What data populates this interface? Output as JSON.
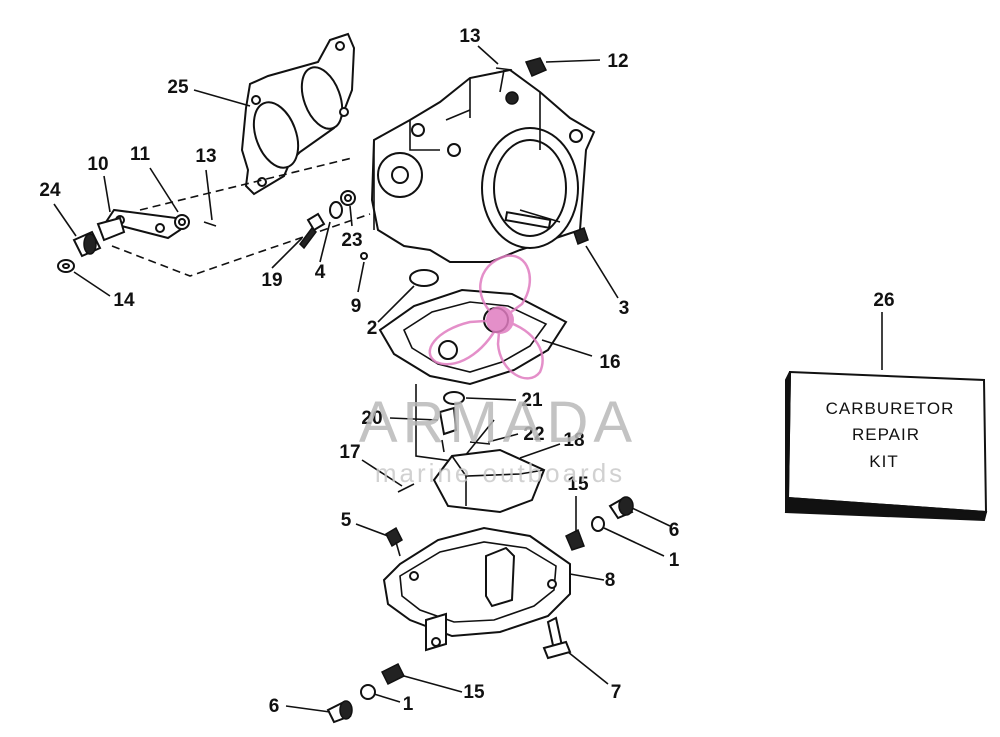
{
  "callouts": {
    "c1": "1",
    "c1b": "1",
    "c2": "2",
    "c3": "3",
    "c4": "4",
    "c5": "5",
    "c6": "6",
    "c6b": "6",
    "c7": "7",
    "c8": "8",
    "c9": "9",
    "c10": "10",
    "c11": "11",
    "c12": "12",
    "c13": "13",
    "c13b": "13",
    "c14": "14",
    "c15": "15",
    "c15b": "15",
    "c16": "16",
    "c17": "17",
    "c18": "18",
    "c19": "19",
    "c20": "20",
    "c21": "21",
    "c22": "22",
    "c23": "23",
    "c24": "24",
    "c25": "25",
    "c26": "26"
  },
  "kit": {
    "line1": "CARBURETOR",
    "line2": "REPAIR",
    "line3": "KIT"
  },
  "watermark": {
    "brand": "ARMADA",
    "tagline": "marine outboards",
    "color": "#e07cc0"
  }
}
